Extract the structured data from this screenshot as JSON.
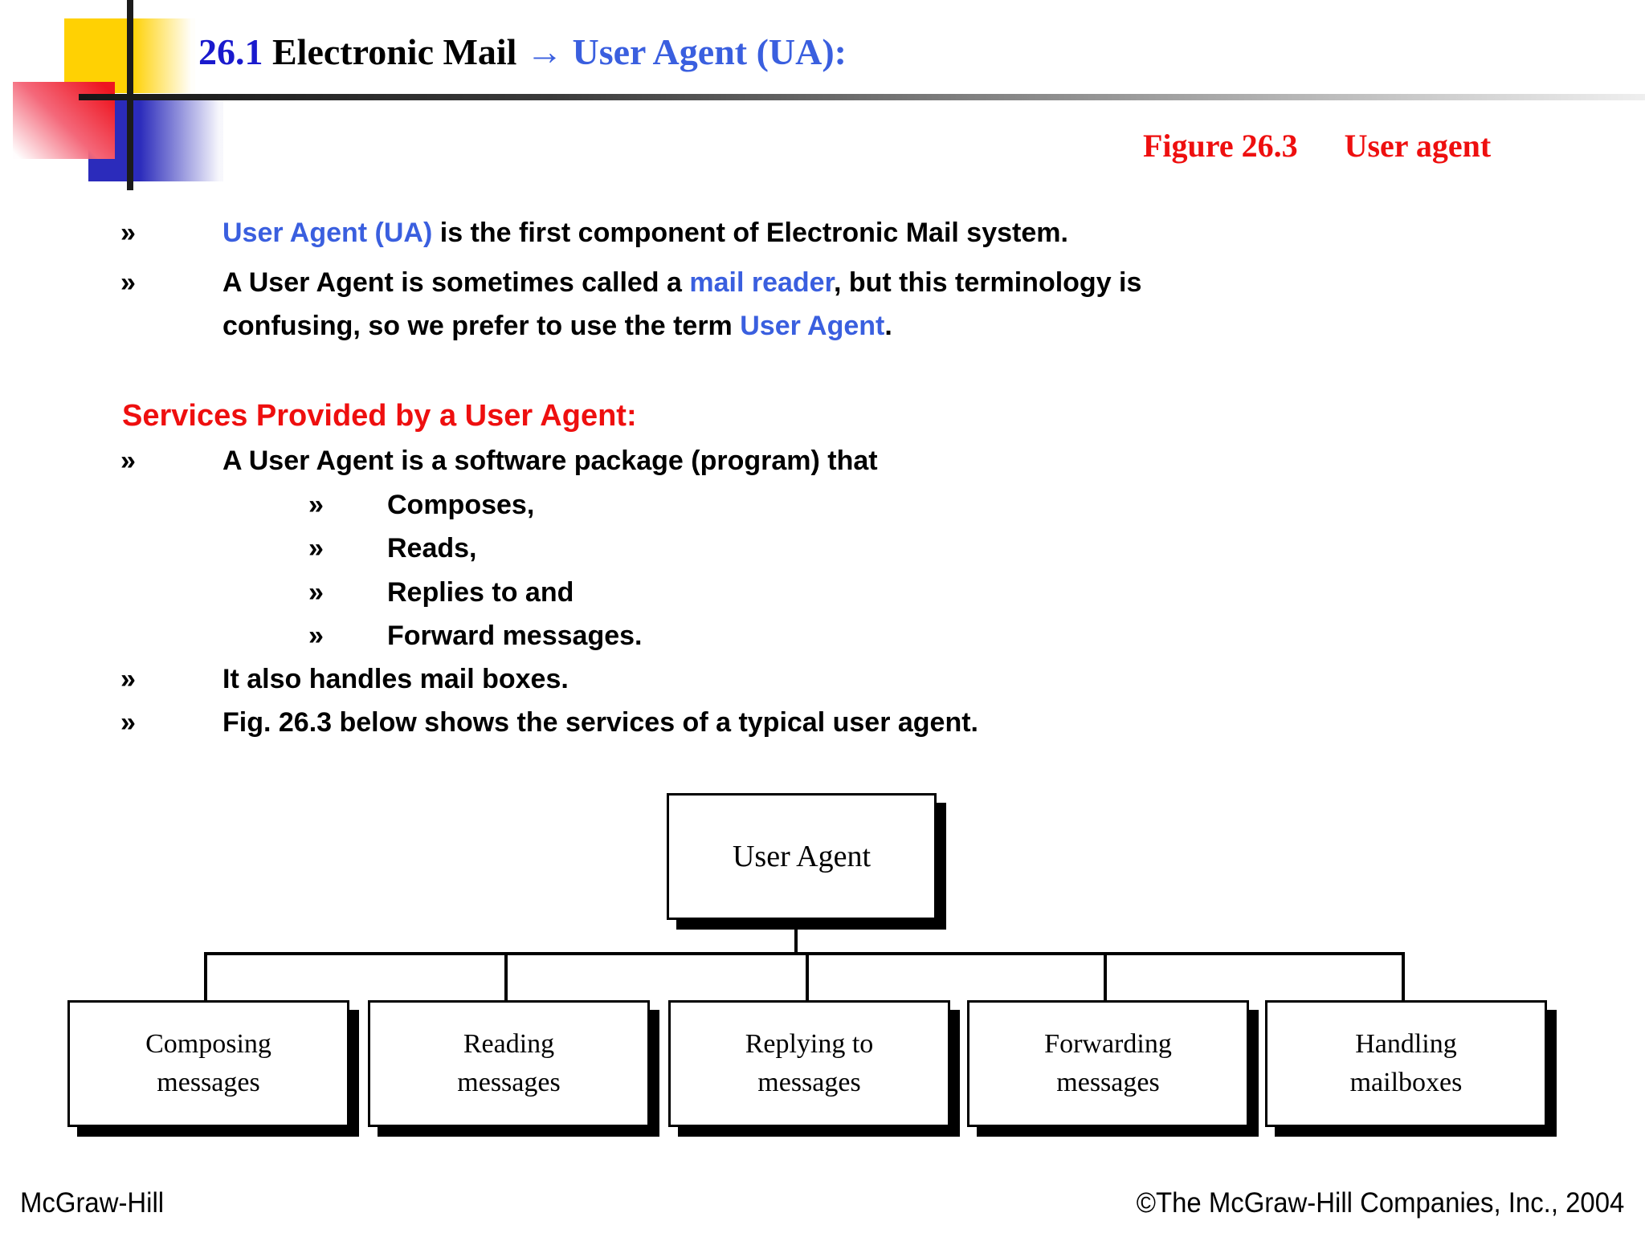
{
  "header": {
    "title_number": "26.1",
    "title_main": " Electronic Mail ",
    "title_arrow": "→",
    "title_highlight": " User Agent (UA):",
    "figure_label": "Figure 26.3",
    "figure_title": "User agent"
  },
  "bullets": {
    "marker": "»",
    "b1_blue": "User Agent (UA)",
    "b1_rest": " is the first component of Electronic Mail system.",
    "b2_pre": "A User Agent is sometimes called a ",
    "b2_blue": "mail reader",
    "b2_post": ", but this terminology is",
    "b2cont_pre": "confusing, so we prefer to use the term ",
    "b2cont_blue": "User Agent",
    "b2cont_post": ".",
    "services_heading": "Services Provided by a User Agent:",
    "b3": "A User Agent is a software package (program) that",
    "sub1": "Composes,",
    "sub2": "Reads,",
    "sub3": "Replies to and",
    "sub4": "Forward messages.",
    "b4": "It also handles mail boxes.",
    "b5": "Fig. 26.3 below shows the services of a typical user agent."
  },
  "diagram": {
    "root_label": "User Agent",
    "children": [
      {
        "line1": "Composing",
        "line2": "messages"
      },
      {
        "line1": "Reading",
        "line2": "messages"
      },
      {
        "line1": "Replying to",
        "line2": "messages"
      },
      {
        "line1": "Forwarding",
        "line2": "messages"
      },
      {
        "line1": "Handling",
        "line2": "mailboxes"
      }
    ]
  },
  "footer": {
    "left": "McGraw-Hill",
    "right": "©The McGraw-Hill Companies, Inc., 2004"
  },
  "colors": {
    "accent_blue": "#3A5FDF",
    "title_number_blue": "#1A1ACD",
    "heading_red": "#EE0F0F",
    "text_black": "#000000",
    "square_yellow": "#FFD103",
    "square_red": "#EE1520",
    "square_blue": "#2B2BBB"
  }
}
